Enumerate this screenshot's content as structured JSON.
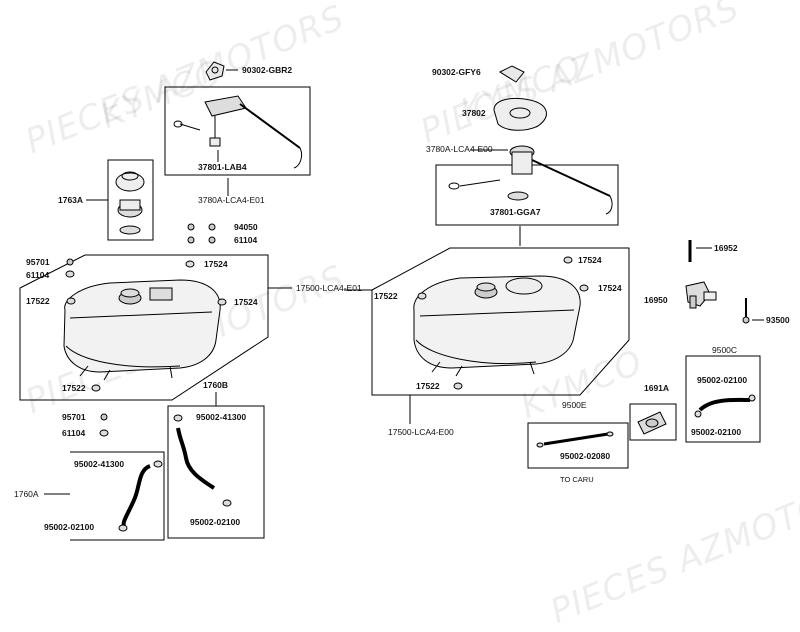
{
  "watermark": {
    "line1": "PIECES AZMOTORS",
    "line2": "KYMCO"
  },
  "labels": {
    "gbr2": "90302-GBR2",
    "lab4": "37801-LAB4",
    "e01_pump": "3780A-LCA4-E01",
    "cap": "1763A",
    "p94050": "94050",
    "p61104_top": "61104",
    "p95701_l": "95701",
    "p61104_l": "61104",
    "p17524_a": "17524",
    "p17524_b": "17524",
    "p17522_a": "17522",
    "p17522_b": "17522",
    "tank_e01": "17500-LCA4-E01",
    "p95701_bot": "95701",
    "p61104_bot": "61104",
    "p1760b": "1760B",
    "h41300_a": "95002-41300",
    "h41300_b": "95002-41300",
    "h02100_a": "95002-02100",
    "h02100_b": "95002-02100",
    "p1760a": "1760A",
    "gfy6": "90302-GFY6",
    "p37802": "37802",
    "e00_pump": "3780A-LCA4-E00",
    "gga7": "37801-GGA7",
    "r17524_a": "17524",
    "r17524_b": "17524",
    "r17522_a": "17522",
    "r17522_b": "17522",
    "tank_e00": "17500-LCA4-E00",
    "p16952": "16952",
    "p16950": "16950",
    "p93500": "93500",
    "p9500c": "9500C",
    "h02100_c": "95002-02100",
    "h02100_d": "95002-02100",
    "p1691a": "1691A",
    "p9500e": "9500E",
    "h02080": "95002-02080",
    "to_caru": "TO CARU"
  }
}
